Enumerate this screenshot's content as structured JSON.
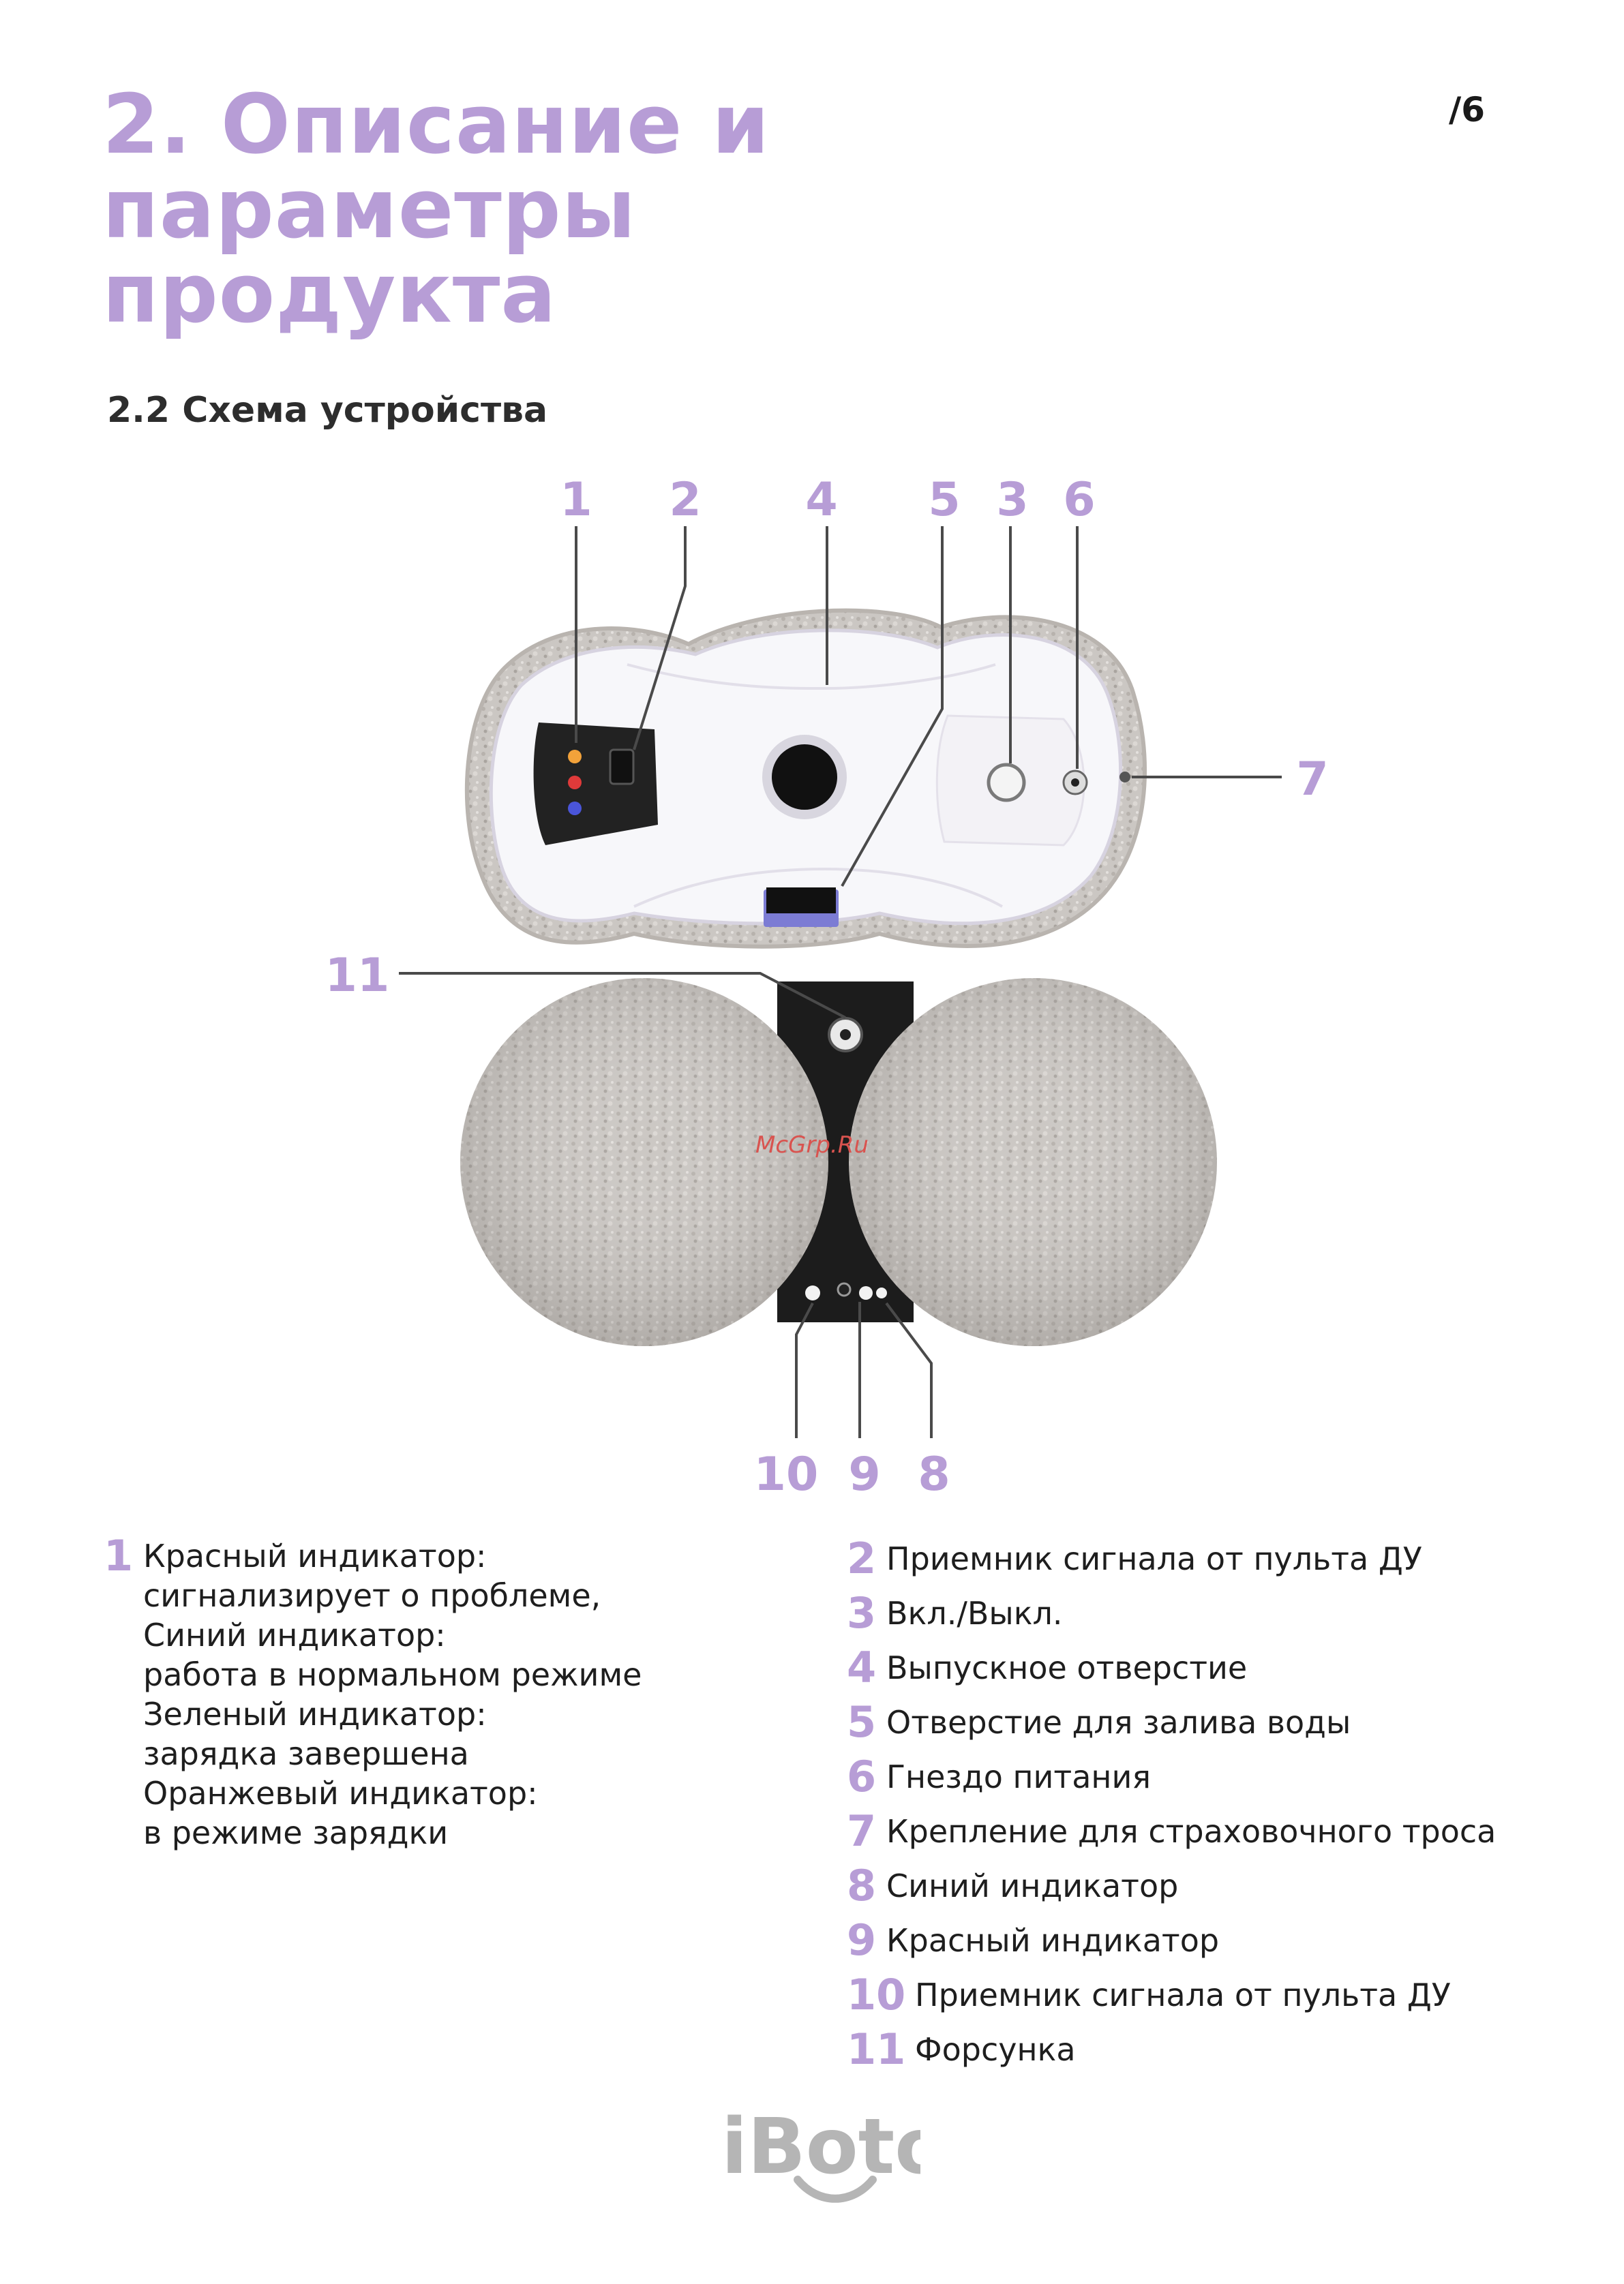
{
  "header": {
    "title_line1": "2. Описание и параметры",
    "title_line2": "продукта",
    "page_number": "/6"
  },
  "section": {
    "title": "2.2 Схема устройства"
  },
  "diagram": {
    "callouts": [
      "1",
      "2",
      "4",
      "5",
      "3",
      "6",
      "7",
      "11",
      "10",
      "9",
      "8"
    ],
    "watermark": "McGrp.Ru"
  },
  "legend_left": {
    "number": "1",
    "lines": [
      "Красный индикатор:",
      "сигнализирует о проблеме,",
      "Синий индикатор:",
      "работа в нормальном режиме",
      "Зеленый индикатор:",
      "зарядка завершена",
      "Оранжевый индикатор:",
      "в режиме зарядки"
    ]
  },
  "legend_right": [
    {
      "number": "2",
      "text": "Приемник сигнала от пульта ДУ"
    },
    {
      "number": "3",
      "text": "Вкл./Выкл."
    },
    {
      "number": "4",
      "text": "Выпускное отверстие"
    },
    {
      "number": "5",
      "text": "Отверстие для залива воды"
    },
    {
      "number": "6",
      "text": "Гнездо питания"
    },
    {
      "number": "7",
      "text": "Крепление для страховочного троса"
    },
    {
      "number": "8",
      "text": "Синий индикатор"
    },
    {
      "number": "9",
      "text": "Красный индикатор"
    },
    {
      "number": "10",
      "text": "Приемник сигнала от пульта ДУ"
    },
    {
      "number": "11",
      "text": "Форсунка"
    }
  ],
  "footer": {
    "logo_text": "iBoto"
  },
  "colors": {
    "accent": "#b79dd6",
    "text": "#1e1e1e",
    "pad": "#c9c5c1",
    "device_body": "#f7f7fa"
  }
}
